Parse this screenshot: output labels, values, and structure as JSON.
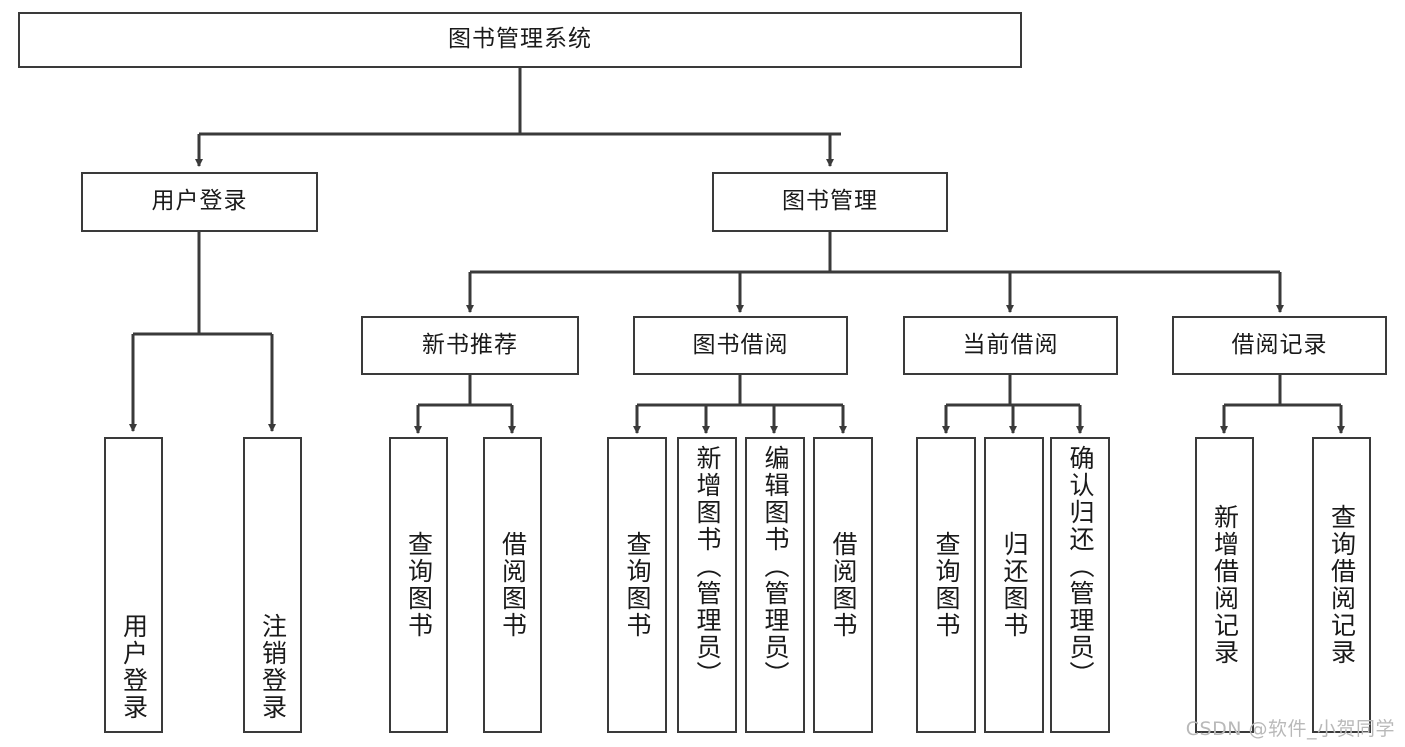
{
  "diagram": {
    "title": "图书管理系统",
    "type": "tree",
    "watermark": "CSDN @软件_小贺同学",
    "colors": {
      "stroke": "#3a3a3a",
      "fill": "#ffffff",
      "text": "#1a1a1a",
      "watermark": "#b9b9b9"
    },
    "root": {
      "label": "图书管理系统"
    },
    "level2": [
      {
        "label": "用户登录"
      },
      {
        "label": "图书管理"
      }
    ],
    "level3": [
      {
        "label": "新书推荐"
      },
      {
        "label": "图书借阅"
      },
      {
        "label": "当前借阅"
      },
      {
        "label": "借阅记录"
      }
    ],
    "leaves": {
      "user_login": [
        {
          "label": "用户登录"
        },
        {
          "label": "注销登录"
        }
      ],
      "new_book_recommend": [
        {
          "label": "查询图书"
        },
        {
          "label": "借阅图书"
        }
      ],
      "book_borrow": [
        {
          "label": "查询图书"
        },
        {
          "label": "新增图书（管理员）"
        },
        {
          "label": "编辑图书（管理员）"
        },
        {
          "label": "借阅图书"
        }
      ],
      "current_borrow": [
        {
          "label": "查询图书"
        },
        {
          "label": "归还图书"
        },
        {
          "label": "确认归还（管理员）"
        }
      ],
      "borrow_record": [
        {
          "label": "新增借阅记录"
        },
        {
          "label": "查询借阅记录"
        }
      ]
    }
  }
}
